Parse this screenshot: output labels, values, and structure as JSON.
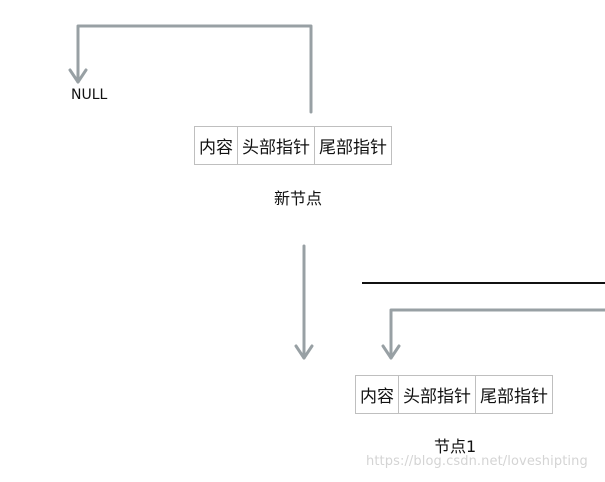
{
  "new_node": {
    "fields": [
      "内容",
      "头部指针",
      "尾部指针"
    ],
    "label": "新节点"
  },
  "node1": {
    "fields": [
      "内容",
      "头部指针",
      "尾部指针"
    ],
    "label": "节点1"
  },
  "null_label": "NULL",
  "watermark": "https://blog.csdn.net/loveshipting",
  "colors": {
    "arrow": "#98a0a4",
    "line": "#111111",
    "cell_border": "#bfbfbf"
  }
}
